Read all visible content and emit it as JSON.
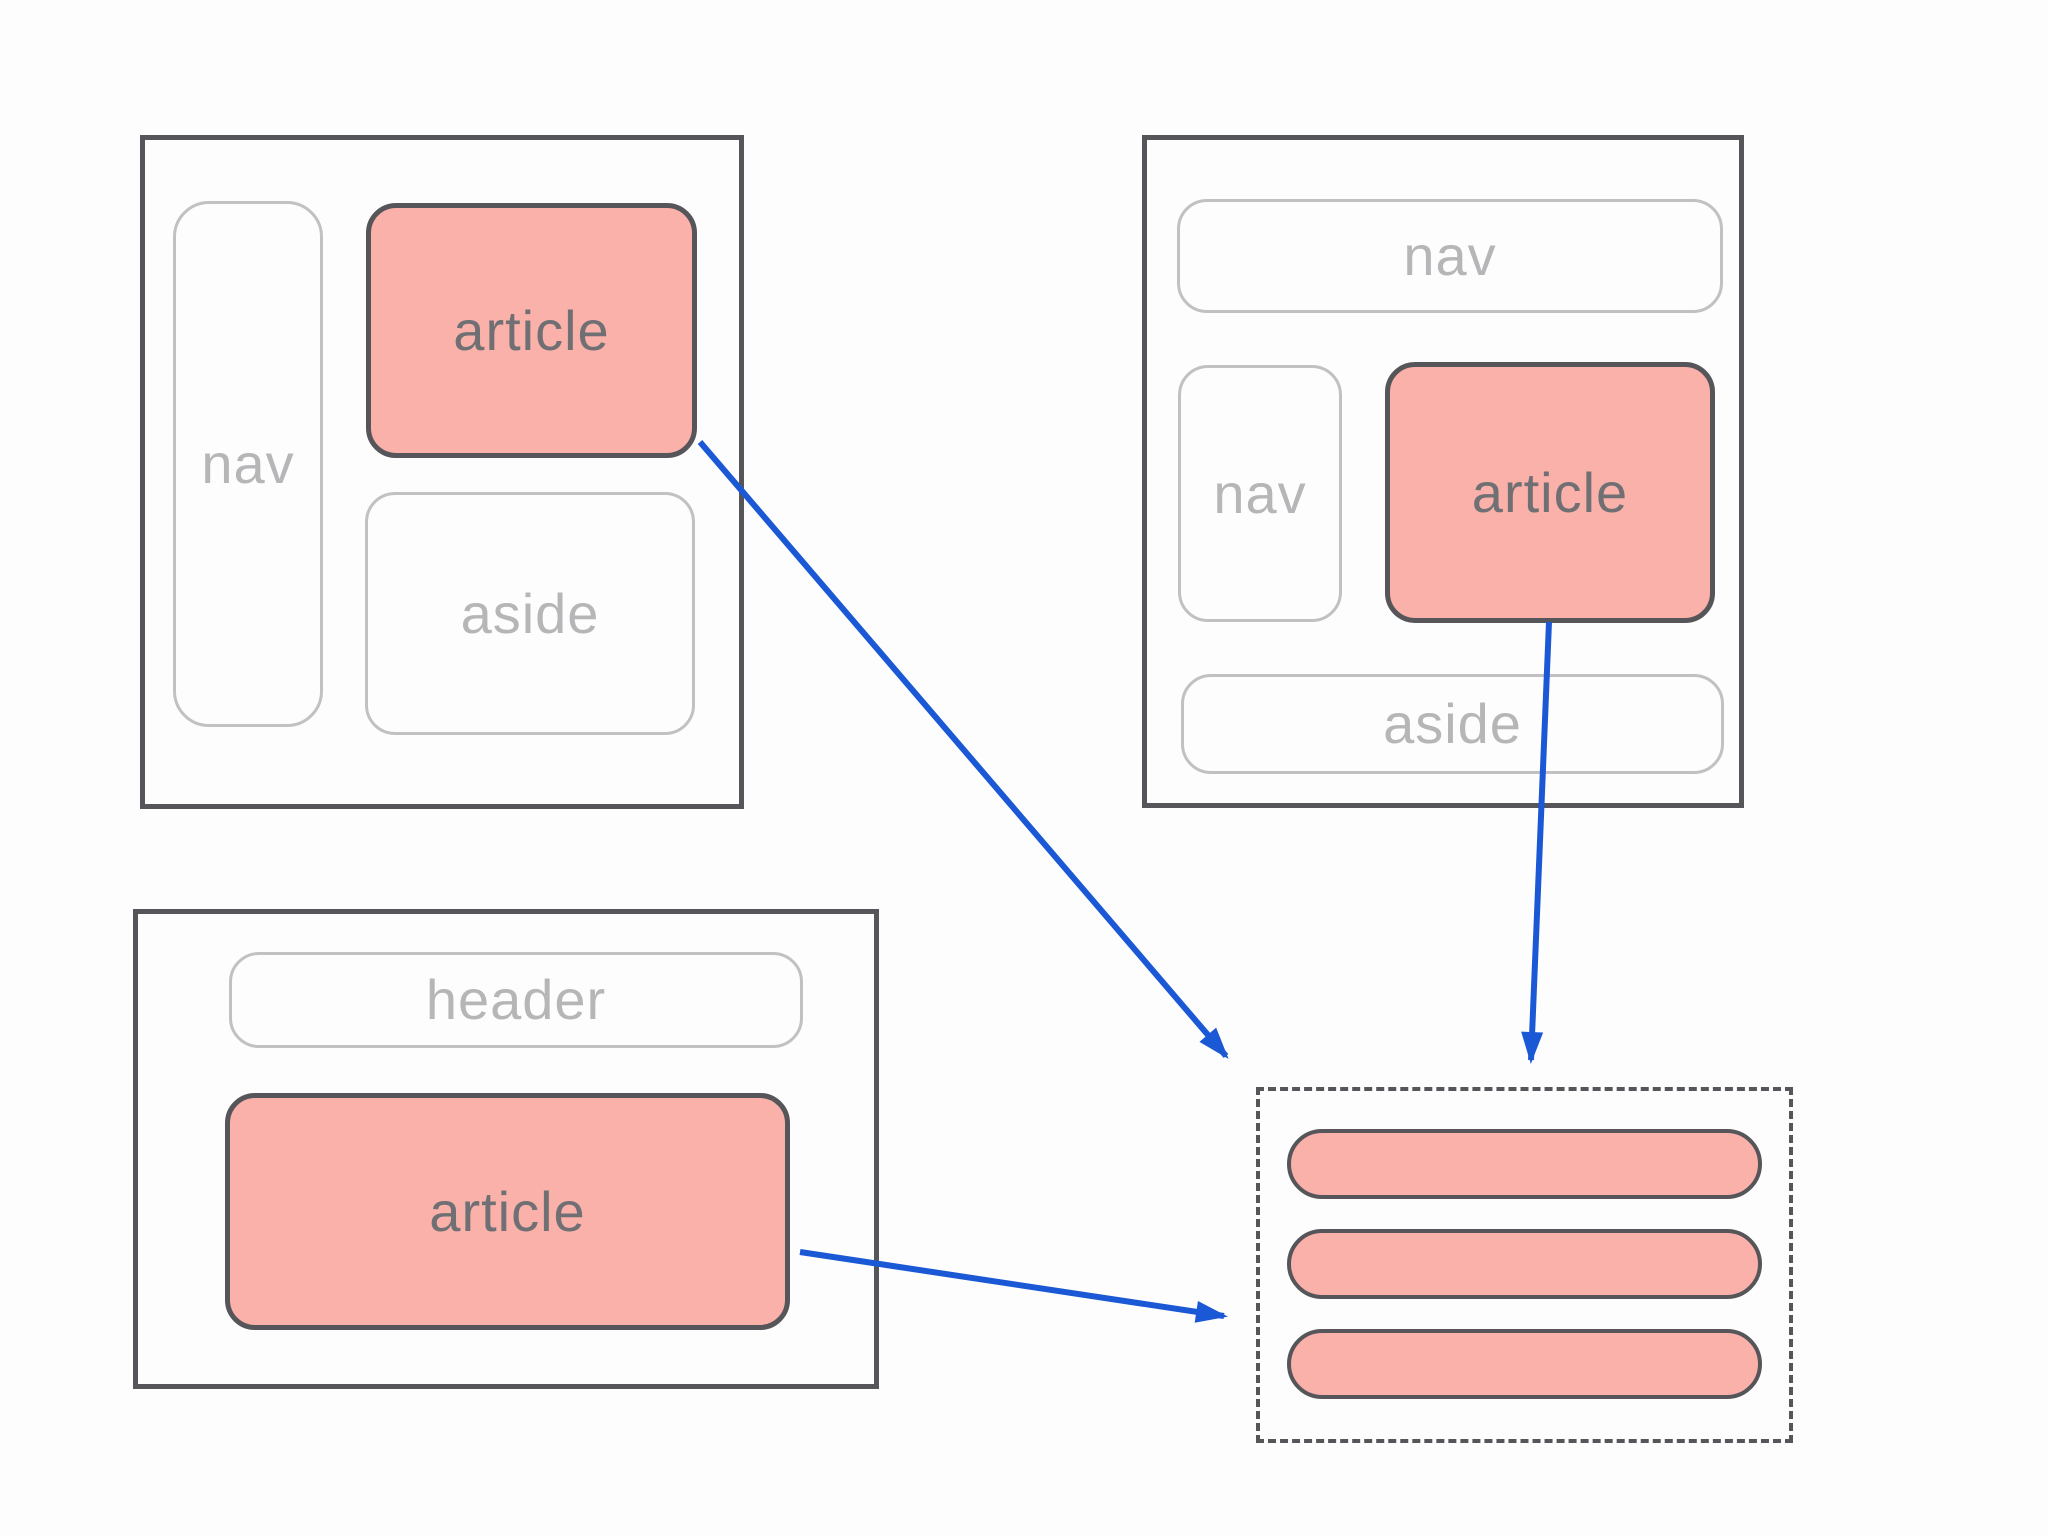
{
  "panels": {
    "grid_left": {
      "nav_label": "nav",
      "article_label": "article",
      "aside_label": "aside"
    },
    "grid_right": {
      "nav_top_label": "nav",
      "nav_left_label": "nav",
      "article_label": "article",
      "aside_label": "aside"
    },
    "stack": {
      "header_label": "header",
      "article_label": "article"
    }
  },
  "target_box": {
    "style": "dashed",
    "bar_count": 3
  },
  "arrows": [
    {
      "from": "grid-left-article",
      "to": "target-dashed-box"
    },
    {
      "from": "grid-right-article",
      "to": "target-dashed-box"
    },
    {
      "from": "stack-article",
      "to": "target-dashed-box"
    }
  ],
  "colors": {
    "article_fill": "#f9b1a9",
    "dark_outline": "#55555a",
    "light_outline": "#c1c1c3",
    "light_text": "#b6b6b8",
    "dark_text": "#707074",
    "arrow_blue": "#1b58d5",
    "background": "#fdfdfd"
  }
}
